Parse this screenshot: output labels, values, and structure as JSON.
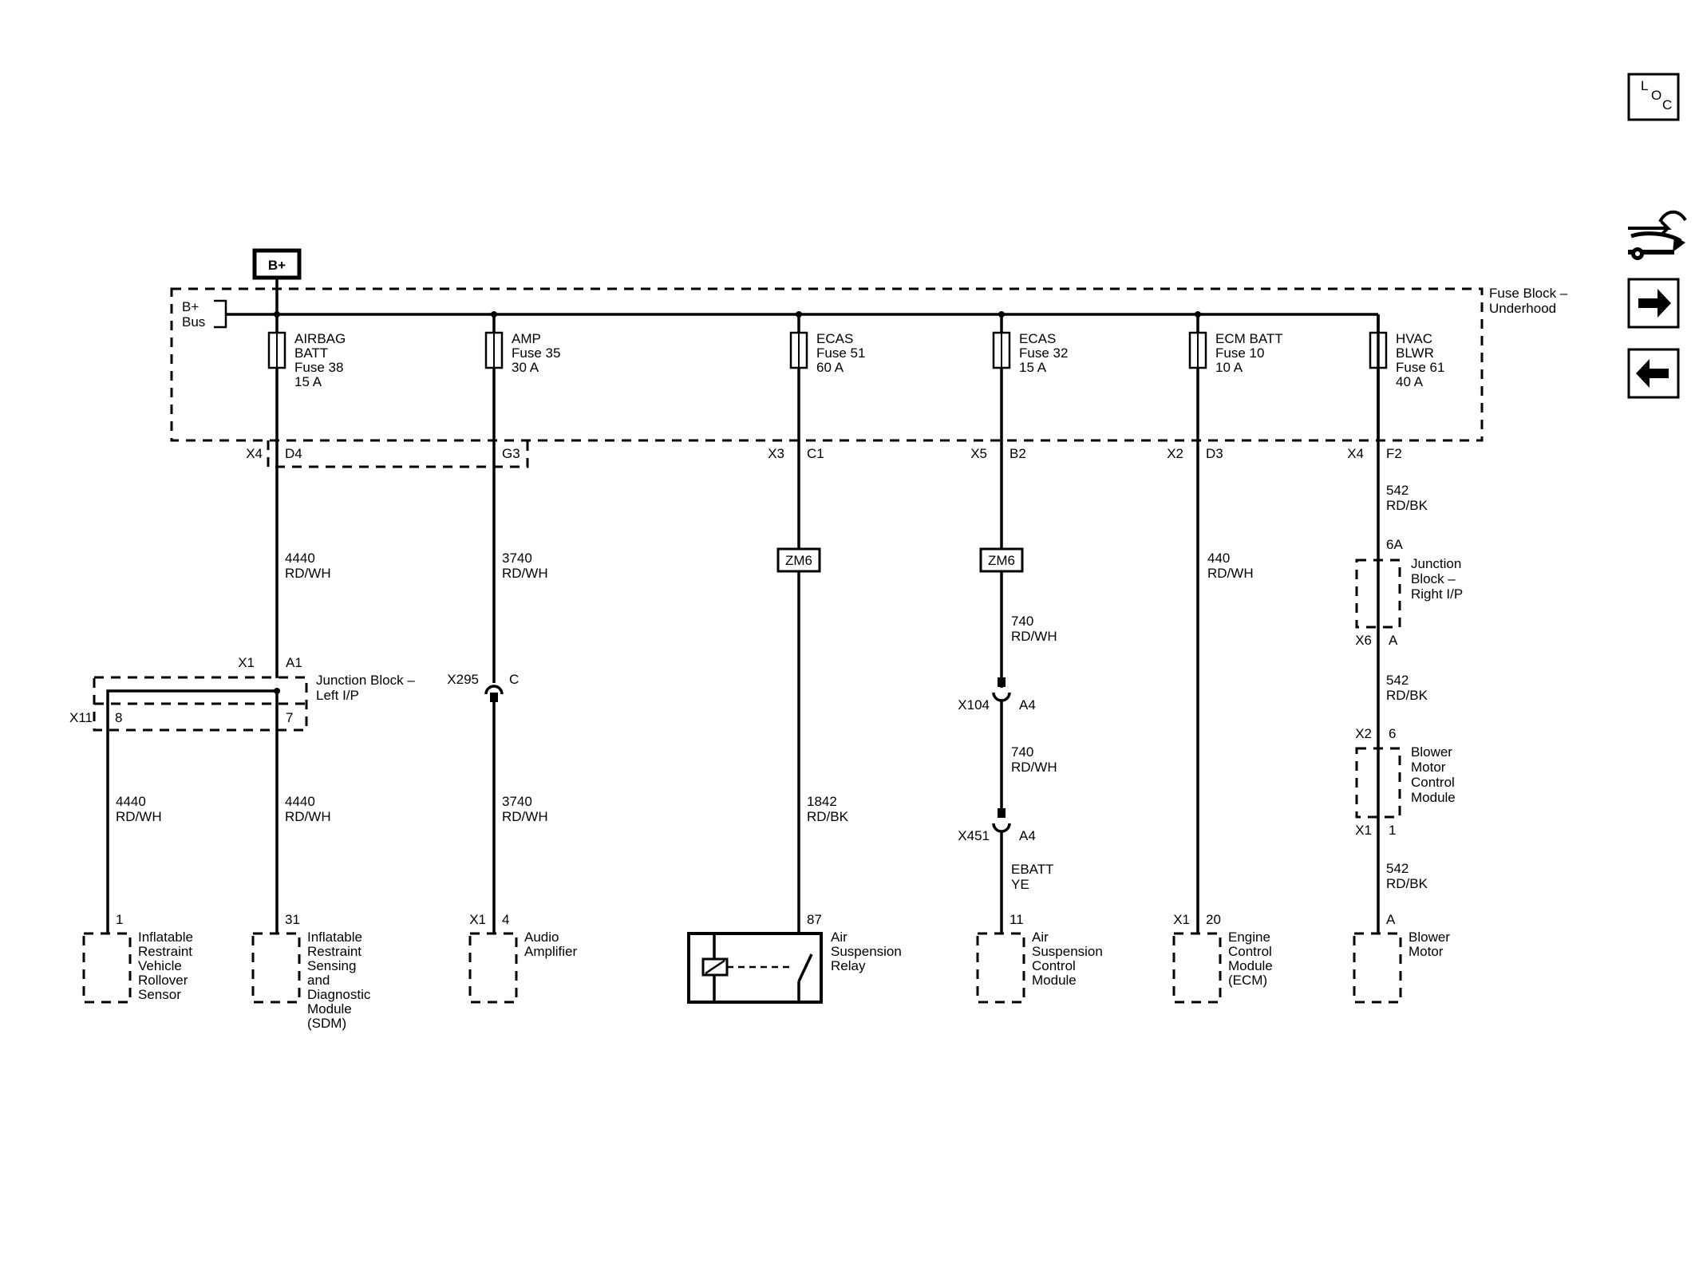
{
  "power": {
    "bplus_label": "B+",
    "bus_label": [
      "B+",
      "Bus"
    ]
  },
  "fuse_block": {
    "label": [
      "Fuse Block –",
      "Underhood"
    ]
  },
  "fuses": [
    {
      "lines": [
        "AIRBAG",
        "BATT",
        "Fuse 38",
        "15 A"
      ],
      "conn": "X4",
      "pin": "D4"
    },
    {
      "lines": [
        "AMP",
        "Fuse 35",
        "30 A"
      ],
      "conn": "",
      "pin": "G3"
    },
    {
      "lines": [
        "ECAS",
        "Fuse 51",
        "60 A"
      ],
      "conn": "X3",
      "pin": "C1"
    },
    {
      "lines": [
        "ECAS",
        "Fuse 32",
        "15 A"
      ],
      "conn": "X5",
      "pin": "B2"
    },
    {
      "lines": [
        "ECM BATT",
        "Fuse 10",
        "10 A"
      ],
      "conn": "X2",
      "pin": "D3"
    },
    {
      "lines": [
        "HVAC",
        "BLWR",
        "Fuse 61",
        "40 A"
      ],
      "conn": "X4",
      "pin": "F2"
    }
  ],
  "wires": {
    "w4440_top": [
      "4440",
      "RD/WH"
    ],
    "w3740_top": [
      "3740",
      "RD/WH"
    ],
    "w440": [
      "440",
      "RD/WH"
    ],
    "w542_top": [
      "542",
      "RD/BK"
    ],
    "w542_mid": [
      "542",
      "RD/BK"
    ],
    "w542_bot": [
      "542",
      "RD/BK"
    ],
    "w740_top": [
      "740",
      "RD/WH"
    ],
    "w740_mid": [
      "740",
      "RD/WH"
    ],
    "webatt": [
      "EBATT",
      "YE"
    ],
    "w4440_left": [
      "4440",
      "RD/WH"
    ],
    "w4440_right": [
      "4440",
      "RD/WH"
    ],
    "w3740_bot": [
      "3740",
      "RD/WH"
    ],
    "w1842": [
      "1842",
      "RD/BK"
    ]
  },
  "splices": {
    "zm6_a": "ZM6",
    "zm6_b": "ZM6"
  },
  "junction_left": {
    "conn_top": "X1",
    "pin_top": "A1",
    "label": [
      "Junction Block –",
      "Left I/P"
    ],
    "conn_bot": "X11",
    "pin_a": "8",
    "pin_b": "7"
  },
  "junction_right": {
    "pin_top": "6A",
    "label": [
      "Junction",
      "Block –",
      "Right I/P"
    ],
    "conn_bot": "X6",
    "pin_bot": "A"
  },
  "inline_connectors": {
    "x295": {
      "conn": "X295",
      "pin": "C"
    },
    "x104": {
      "conn": "X104",
      "pin": "A4"
    },
    "x451": {
      "conn": "X451",
      "pin": "A4"
    }
  },
  "blower_module": {
    "conn_top": "X2",
    "pin_top": "6",
    "label": [
      "Blower",
      "Motor",
      "Control",
      "Module"
    ],
    "conn_bot": "X1",
    "pin_bot": "1"
  },
  "components": [
    {
      "pin": "1",
      "conn": "",
      "lines": [
        "Inflatable",
        "Restraint",
        "Vehicle",
        "Rollover",
        "Sensor"
      ]
    },
    {
      "pin": "31",
      "conn": "",
      "lines": [
        "Inflatable",
        "Restraint",
        "Sensing",
        "and",
        "Diagnostic",
        "Module",
        "(SDM)"
      ]
    },
    {
      "pin": "4",
      "conn": "X1",
      "lines": [
        "Audio",
        "Amplifier"
      ]
    },
    {
      "pin": "87",
      "conn": "",
      "lines": [
        "Air",
        "Suspension",
        "Relay"
      ]
    },
    {
      "pin": "11",
      "conn": "",
      "lines": [
        "Air",
        "Suspension",
        "Control",
        "Module"
      ]
    },
    {
      "pin": "20",
      "conn": "X1",
      "lines": [
        "Engine",
        "Control",
        "Module",
        "(ECM)"
      ]
    },
    {
      "pin": "A",
      "conn": "",
      "lines": [
        "Blower",
        "Motor"
      ]
    }
  ],
  "nav": {
    "loc_icon": "loc-icon",
    "schematic_icon": "wrench-harness-icon",
    "next_icon": "arrow-right-icon",
    "prev_icon": "arrow-left-icon",
    "loc_letters": [
      "L",
      "O",
      "C"
    ]
  }
}
